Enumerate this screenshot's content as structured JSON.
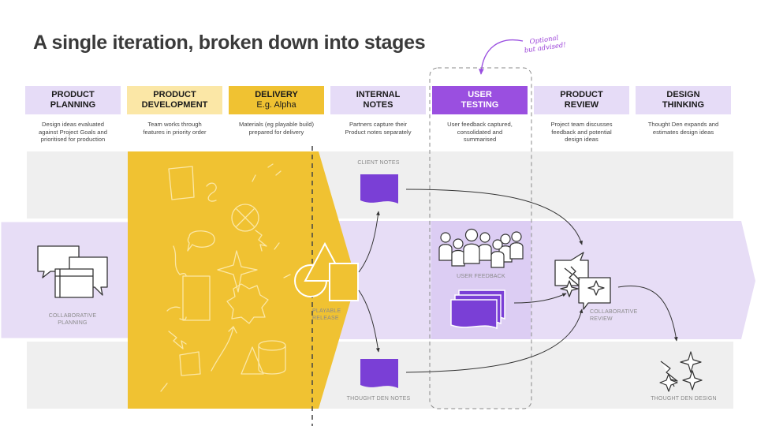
{
  "title": "A single iteration, broken down into stages",
  "colors": {
    "lavender": "#e6dcf7",
    "lavender_band": "#e7ddf6",
    "gold": "#f0c232",
    "gold_light": "#fbe7a6",
    "purple": "#9a4fe0",
    "doc_purple": "#7a3fd6",
    "grey_band": "#efefef"
  },
  "stages": [
    {
      "title": "PRODUCT",
      "title2": "PLANNING",
      "desc1": "Design ideas evaluated",
      "desc2": "against Project Goals and",
      "desc3": "prioritised for production"
    },
    {
      "title": "PRODUCT",
      "title2": "DEVELOPMENT",
      "desc1": "Team works through",
      "desc2": "features in priority order",
      "desc3": ""
    },
    {
      "title": "DELIVERY",
      "title2": "E.g. Alpha",
      "desc1": "Materials (eg playable build)",
      "desc2": "prepared for delivery",
      "desc3": ""
    },
    {
      "title": "INTERNAL",
      "title2": "NOTES",
      "desc1": "Partners capture their",
      "desc2": "Product notes separately",
      "desc3": ""
    },
    {
      "title": "USER",
      "title2": "TESTING",
      "desc1": "User feedback captured,",
      "desc2": "consolidated and",
      "desc3": "summarised"
    },
    {
      "title": "PRODUCT",
      "title2": "REVIEW",
      "desc1": "Project team discusses",
      "desc2": "feedback and potential",
      "desc3": "design ideas"
    },
    {
      "title": "DESIGN",
      "title2": "THINKING",
      "desc1": "Thought Den expands and",
      "desc2": "estimates design ideas",
      "desc3": ""
    }
  ],
  "annotation": {
    "line1": "Optional",
    "line2": "but advised!"
  },
  "labels": {
    "collab_planning_1": "COLLABORATIVE",
    "collab_planning_2": "PLANNING",
    "playable_1": "PLAYABLE",
    "playable_2": "RELEASE",
    "client_notes": "CLIENT NOTES",
    "thought_den_notes": "THOUGHT DEN NOTES",
    "user_feedback": "USER FEEDBACK",
    "collab_review_1": "COLLABORATIVE",
    "collab_review_2": "REVIEW",
    "thought_den_design": "THOUGHT DEN DESIGN"
  },
  "icons": [
    "chat-bubbles-icon",
    "sketch-doodles-icon",
    "shapes-icon",
    "document-icon",
    "document-stack-icon",
    "people-icon",
    "review-chat-icon",
    "sparkles-icon",
    "curved-arrow-icon"
  ]
}
